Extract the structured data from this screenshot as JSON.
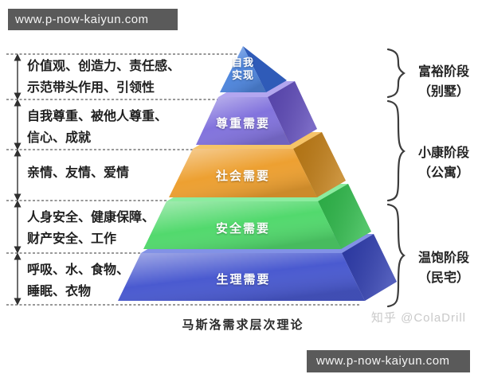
{
  "watermarks": {
    "top": "www.p-now-kaiyun.com",
    "bottom": "www.p-now-kaiyun.com"
  },
  "credit": "知乎 @ColaDrill",
  "title": "马斯洛需求层次理论",
  "pyramid": {
    "levels": [
      {
        "name": "自我实现",
        "line1": "自我",
        "line2": "实现",
        "front_color": "#4f86dd",
        "top_color": "#9cc0f0",
        "side_color": "#2f5bb8"
      },
      {
        "name": "尊重需要",
        "line1": "尊重需要",
        "front_color": "#8273dd",
        "top_color": "#b3a6ef",
        "side_color": "#5d49b8"
      },
      {
        "name": "社会需要",
        "line1": "社会需要",
        "front_color": "#eda031",
        "top_color": "#f6c468",
        "side_color": "#c07c14"
      },
      {
        "name": "安全需要",
        "line1": "安全需要",
        "front_color": "#52d96d",
        "top_color": "#8cec9f",
        "side_color": "#2eb94a"
      },
      {
        "name": "生理需要",
        "line1": "生理需要",
        "front_color": "#4a5ad0",
        "top_color": "#8292e6",
        "side_color": "#2e3cae"
      }
    ]
  },
  "left_annotations": [
    {
      "lines": [
        "价值观、创造力、责任感、",
        "示范带头作用、引领性"
      ]
    },
    {
      "lines": [
        "自我尊重、被他人尊重、",
        "信心、成就"
      ]
    },
    {
      "lines": [
        "亲情、友情、爱情"
      ]
    },
    {
      "lines": [
        "人身安全、健康保障、",
        "财产安全、工作"
      ]
    },
    {
      "lines": [
        "呼吸、水、食物、",
        "睡眠、衣物"
      ]
    }
  ],
  "right_stages": [
    {
      "line1": "富裕阶段",
      "line2": "（别墅）"
    },
    {
      "line1": "小康阶段",
      "line2": "（公寓）"
    },
    {
      "line1": "温饱阶段",
      "line2": "（民宅）"
    }
  ],
  "colors": {
    "watermark_bar_bg": "#5a5a5a",
    "annotation_line": "#2f2f2f",
    "brace": "#3c3c3c"
  }
}
